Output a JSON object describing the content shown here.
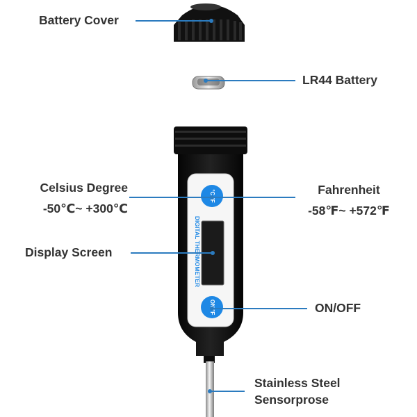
{
  "labels": {
    "battery_cover": "Battery Cover",
    "battery": "LR44 Battery",
    "celsius_title": "Celsius Degree",
    "celsius_range": "-50℃~ +300℃",
    "fahrenheit_title": "Fahrenheit",
    "fahrenheit_range": "-58℉~ +572℉",
    "display_screen": "Display Screen",
    "on_off": "ON/OFF",
    "probe_line1": "Stainless Steel",
    "probe_line2": "Sensorprose"
  },
  "device": {
    "vertical_text": "DIGITAL THERMOMETER",
    "top_button_text": "°C °F",
    "bottom_button_text": "ON °F"
  },
  "colors": {
    "leader_line": "#2b7bbf",
    "label_text": "#333333",
    "body": "#121212",
    "button": "#1e88e5",
    "display": "#1b1b1b"
  }
}
